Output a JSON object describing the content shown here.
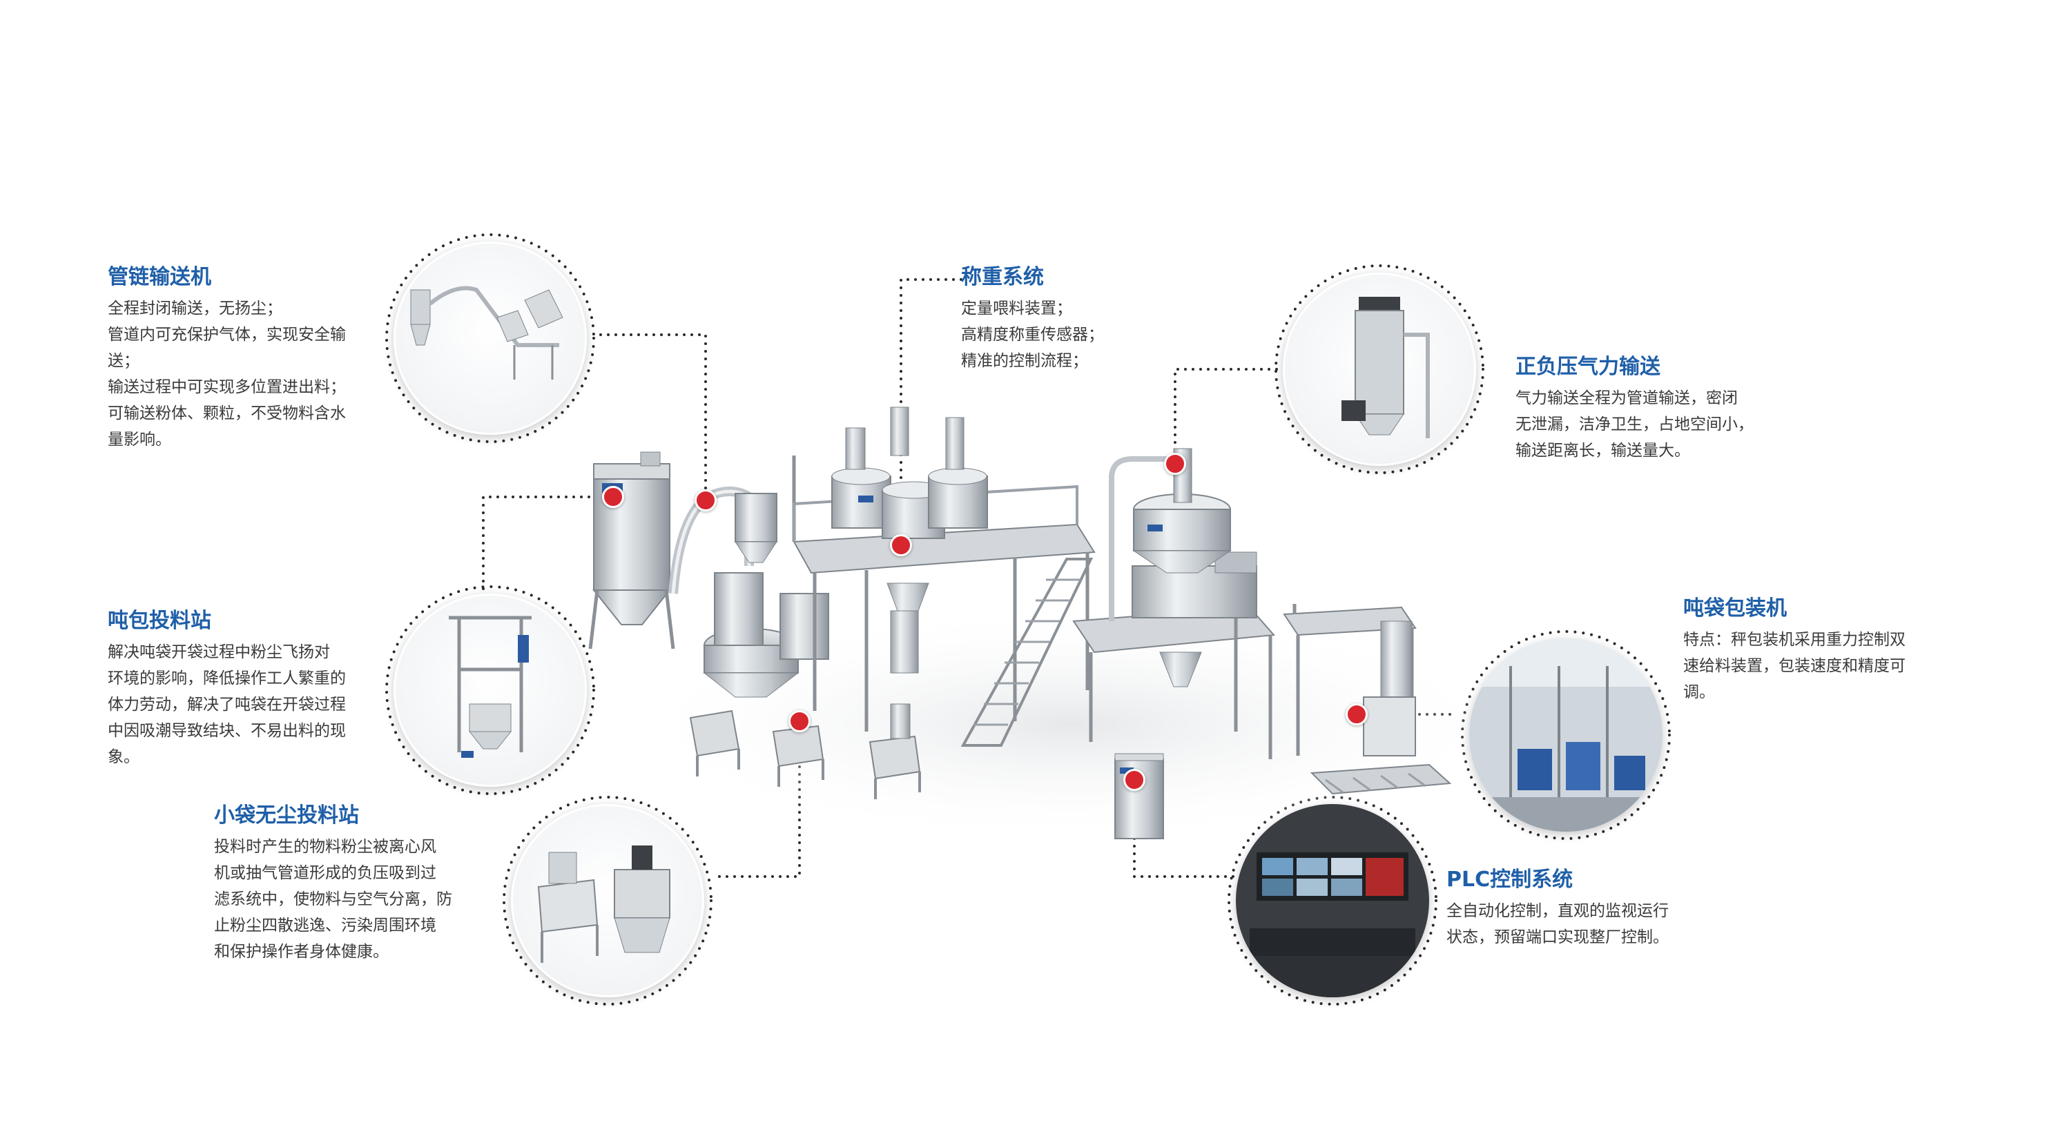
{
  "callouts": {
    "chain_conveyor": {
      "title": "管链输送机",
      "lines": [
        "全程封闭输送，无扬尘；",
        "管道内可充保护气体，实现安全输",
        "送；",
        "输送过程中可实现多位置进出料；",
        "可输送粉体、颗粒，不受物料含水",
        "量影响。"
      ]
    },
    "bulk_bag_station": {
      "title": "吨包投料站",
      "lines": [
        "解决吨袋开袋过程中粉尘飞扬对",
        "环境的影响，降低操作工人繁重的",
        "体力劳动，解决了吨袋在开袋过程",
        "中因吸潮导致结块、不易出料的现",
        "象。"
      ]
    },
    "small_bag_station": {
      "title": "小袋无尘投料站",
      "lines": [
        "投料时产生的物料粉尘被离心风",
        "机或抽气管道形成的负压吸到过",
        "滤系统中，使物料与空气分离，防",
        "止粉尘四散逃逸、污染周围环境",
        "和保护操作者身体健康。"
      ]
    },
    "weighing_system": {
      "title": "称重系统",
      "lines": [
        "定量喂料装置；",
        "高精度称重传感器；",
        "精准的控制流程；"
      ]
    },
    "pneumatic_conveying": {
      "title": "正负压气力输送",
      "lines": [
        "气力输送全程为管道输送，密闭",
        "无泄漏，洁净卫生，占地空间小，",
        "输送距离长，输送量大。"
      ]
    },
    "ton_bag_packing": {
      "title": "吨袋包装机",
      "lines": [
        "特点：秤包装机采用重力控制双",
        "速给料装置，包装速度和精度可",
        "调。"
      ]
    },
    "plc_control": {
      "title": "PLC控制系统",
      "lines": [
        "全自动化控制，直观的监视运行",
        "状态，预留端口实现整厂控制。"
      ]
    }
  },
  "icons": {
    "hotspot": "red-dot-marker",
    "connector": "dotted-leader-line"
  },
  "colors": {
    "title_blue": "#1f5fa8",
    "body_text": "#3a3a3a",
    "hotspot_red": "#d8262e",
    "leader_dots": "#2a2a2a",
    "steel": "#c9ced3"
  }
}
